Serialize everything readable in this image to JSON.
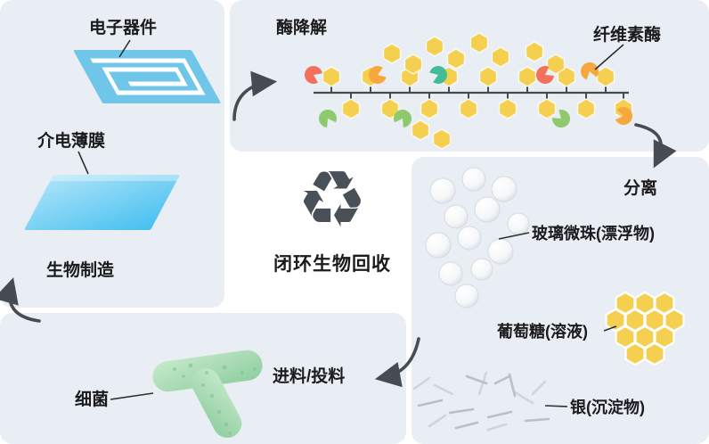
{
  "diagram": {
    "center": {
      "title": "闭环生物回收",
      "recycle_icon": "♻"
    },
    "labels": {
      "electronic_device": "电子器件",
      "dielectric_film": "介电薄膜",
      "biomanufacturing": "生物制造",
      "enzyme_degradation": "酶降解",
      "cellulase": "纤维素酶",
      "separation": "分离",
      "glass_beads": "玻璃微珠(漂浮物)",
      "glucose": "葡萄糖(溶液)",
      "silver": "银(沉淀物)",
      "bacteria": "细菌",
      "feed": "进料/投料"
    },
    "colors": {
      "page_bg": "#FFFFFF",
      "panel_bg": "#E8EEF3",
      "board_blue": "#6FC6E9",
      "film_blue": "#55C6F1",
      "hexagon_yellow": "#F5CF4F",
      "enzyme_coral": "#F2705C",
      "enzyme_orange": "#F6A83C",
      "enzyme_green": "#8FC96D",
      "enzyme_teal": "#43BD99",
      "bacteria_green": "#9BD2A8",
      "bead_white": "#FFFFFF",
      "silver_gray": "#B9C0C8",
      "arrow_dark": "#464C52",
      "text": "#1B1B1D"
    },
    "icons": [
      "recycle-icon",
      "circuit-board-illustration",
      "dielectric-film-illustration",
      "polymer-chain-illustration",
      "enzyme-pacman-icons",
      "glass-bead-icons",
      "glucose-hexagon-cluster",
      "silver-precipitate-icons",
      "bacteria-capsule-icons"
    ]
  }
}
